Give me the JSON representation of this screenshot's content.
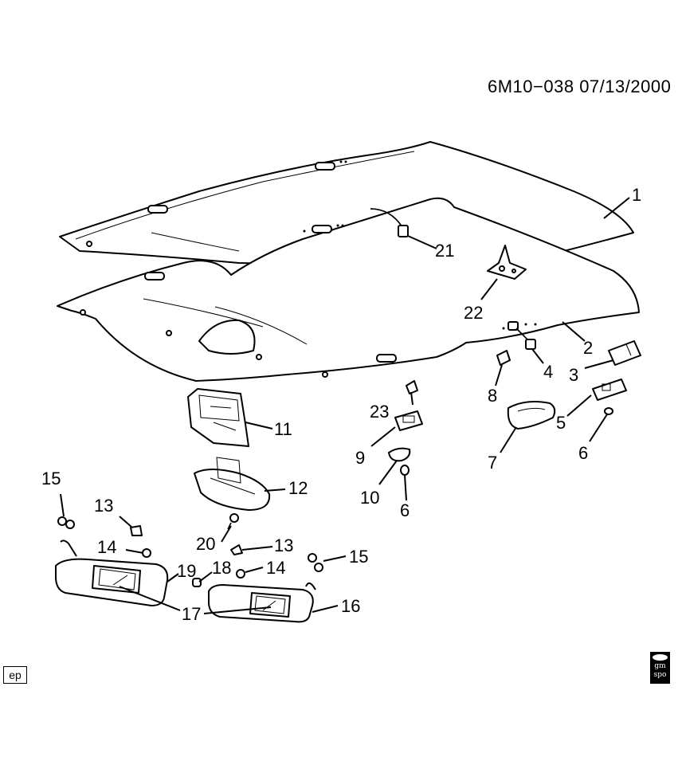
{
  "header": {
    "reference": "6M10−038  07/13/2000"
  },
  "footer": {
    "edition_tag": "ep",
    "logo_text": [
      "gm",
      "spo"
    ]
  },
  "callouts": {
    "c1": "1",
    "c2": "2",
    "c3": "3",
    "c4": "4",
    "c5": "5",
    "c6a": "6",
    "c6b": "6",
    "c7": "7",
    "c8": "8",
    "c9": "9",
    "c10": "10",
    "c11": "11",
    "c12": "12",
    "c13a": "13",
    "c13b": "13",
    "c14a": "14",
    "c14b": "14",
    "c15a": "15",
    "c15b": "15",
    "c16": "16",
    "c17": "17",
    "c18": "18",
    "c19": "19",
    "c20": "20",
    "c21": "21",
    "c22": "22",
    "c23": "23"
  }
}
